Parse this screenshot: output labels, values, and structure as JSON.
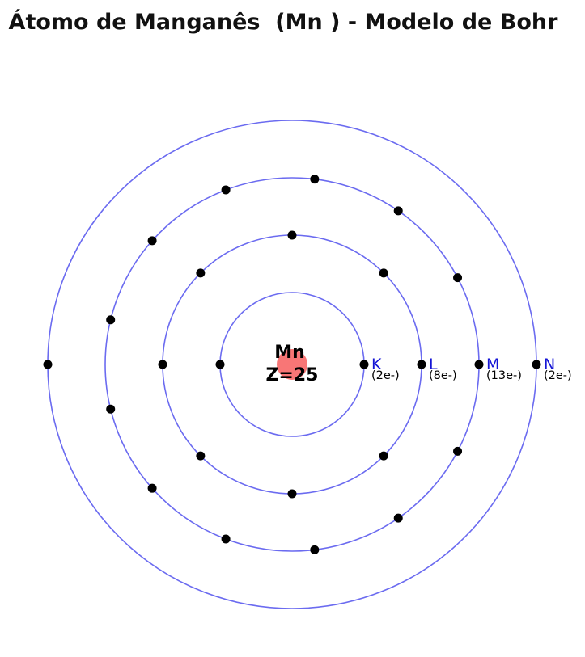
{
  "title": "Átomo de Manganês  (Mn ) - Modelo de Bohr",
  "nucleus": {
    "symbol": "Mn",
    "atomic_number_label": "Z=25",
    "color": "#f87676"
  },
  "orbit_color": "#6b6bf0",
  "electron_color": "#000000",
  "shell_label_color": "#1414d6",
  "shells": [
    {
      "name": "K",
      "count_label": "(2e-)",
      "electrons": 2
    },
    {
      "name": "L",
      "count_label": "(8e-)",
      "electrons": 8
    },
    {
      "name": "M",
      "count_label": "(13e-)",
      "electrons": 13
    },
    {
      "name": "N",
      "count_label": "(2e-)",
      "electrons": 2
    }
  ]
}
